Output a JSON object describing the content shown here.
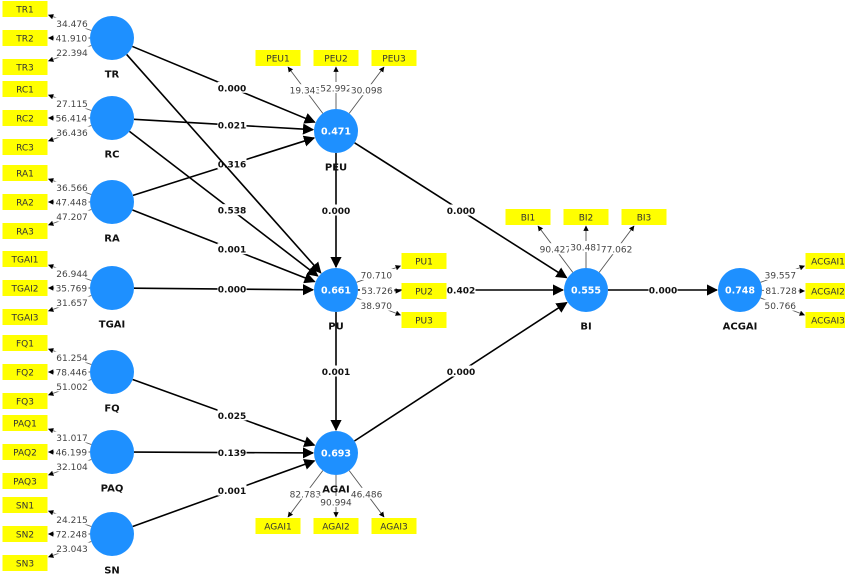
{
  "colors": {
    "construct": "#1E90FF",
    "indicator": "#FFFF00",
    "edge": "#000000",
    "loading_edge": "#555555"
  },
  "constructs": [
    {
      "id": "TR",
      "label": "TR",
      "r2": "",
      "indicators": [
        {
          "name": "TR1",
          "loading": "34.476"
        },
        {
          "name": "TR2",
          "loading": "41.910"
        },
        {
          "name": "TR3",
          "loading": "22.394"
        }
      ]
    },
    {
      "id": "RC",
      "label": "RC",
      "r2": "",
      "indicators": [
        {
          "name": "RC1",
          "loading": "27.115"
        },
        {
          "name": "RC2",
          "loading": "56.414"
        },
        {
          "name": "RC3",
          "loading": "36.436"
        }
      ]
    },
    {
      "id": "RA",
      "label": "RA",
      "r2": "",
      "indicators": [
        {
          "name": "RA1",
          "loading": "36.566"
        },
        {
          "name": "RA2",
          "loading": "47.448"
        },
        {
          "name": "RA3",
          "loading": "47.207"
        }
      ]
    },
    {
      "id": "TGAI",
      "label": "TGAI",
      "r2": "",
      "indicators": [
        {
          "name": "TGAI1",
          "loading": "26.944"
        },
        {
          "name": "TGAI2",
          "loading": "35.769"
        },
        {
          "name": "TGAI3",
          "loading": "31.657"
        }
      ]
    },
    {
      "id": "FQ",
      "label": "FQ",
      "r2": "",
      "indicators": [
        {
          "name": "FQ1",
          "loading": "61.254"
        },
        {
          "name": "FQ2",
          "loading": "78.446"
        },
        {
          "name": "FQ3",
          "loading": "51.002"
        }
      ]
    },
    {
      "id": "PAQ",
      "label": "PAQ",
      "r2": "",
      "indicators": [
        {
          "name": "PAQ1",
          "loading": "31.017"
        },
        {
          "name": "PAQ2",
          "loading": "46.199"
        },
        {
          "name": "PAQ3",
          "loading": "32.104"
        }
      ]
    },
    {
      "id": "SN",
      "label": "SN",
      "r2": "",
      "indicators": [
        {
          "name": "SN1",
          "loading": "24.215"
        },
        {
          "name": "SN2",
          "loading": "72.248"
        },
        {
          "name": "SN3",
          "loading": "23.043"
        }
      ]
    },
    {
      "id": "PEU",
      "label": "PEU",
      "r2": "0.471",
      "indicators": [
        {
          "name": "PEU1",
          "loading": "19.343"
        },
        {
          "name": "PEU2",
          "loading": "52.992"
        },
        {
          "name": "PEU3",
          "loading": "30.098"
        }
      ]
    },
    {
      "id": "PU",
      "label": "PU",
      "r2": "0.661",
      "indicators": [
        {
          "name": "PU1",
          "loading": "70.710"
        },
        {
          "name": "PU2",
          "loading": "53.726"
        },
        {
          "name": "PU3",
          "loading": "38.970"
        }
      ]
    },
    {
      "id": "AGAI",
      "label": "AGAI",
      "r2": "0.693",
      "indicators": [
        {
          "name": "AGAI1",
          "loading": "82.783"
        },
        {
          "name": "AGAI2",
          "loading": "90.994"
        },
        {
          "name": "AGAI3",
          "loading": "46.486"
        }
      ]
    },
    {
      "id": "BI",
      "label": "BI",
      "r2": "0.555",
      "indicators": [
        {
          "name": "BI1",
          "loading": "90.427"
        },
        {
          "name": "BI2",
          "loading": "30.481"
        },
        {
          "name": "BI3",
          "loading": "77.062"
        }
      ]
    },
    {
      "id": "ACGAI",
      "label": "ACGAI",
      "r2": "0.748",
      "indicators": [
        {
          "name": "ACGAI1",
          "loading": "39.557"
        },
        {
          "name": "ACGAI2",
          "loading": "81.728"
        },
        {
          "name": "ACGAI3",
          "loading": "50.766"
        }
      ]
    }
  ],
  "paths": [
    {
      "from": "TR",
      "to": "PEU",
      "value": "0.000"
    },
    {
      "from": "RC",
      "to": "PEU",
      "value": "0.021"
    },
    {
      "from": "RA",
      "to": "PEU",
      "value": "0.316"
    },
    {
      "from": "TR",
      "to": "PU",
      "value": ""
    },
    {
      "from": "RC",
      "to": "PU",
      "value": "0.538"
    },
    {
      "from": "RA",
      "to": "PU",
      "value": "0.001"
    },
    {
      "from": "TGAI",
      "to": "PU",
      "value": "0.000"
    },
    {
      "from": "PEU",
      "to": "PU",
      "value": "0.000"
    },
    {
      "from": "PEU",
      "to": "BI",
      "value": "0.000"
    },
    {
      "from": "PU",
      "to": "BI",
      "value": "0.402"
    },
    {
      "from": "PU",
      "to": "AGAI",
      "value": "0.001"
    },
    {
      "from": "FQ",
      "to": "AGAI",
      "value": "0.025"
    },
    {
      "from": "PAQ",
      "to": "AGAI",
      "value": "0.139"
    },
    {
      "from": "SN",
      "to": "AGAI",
      "value": "0.001"
    },
    {
      "from": "AGAI",
      "to": "BI",
      "value": "0.000"
    },
    {
      "from": "BI",
      "to": "ACGAI",
      "value": "0.000"
    }
  ]
}
